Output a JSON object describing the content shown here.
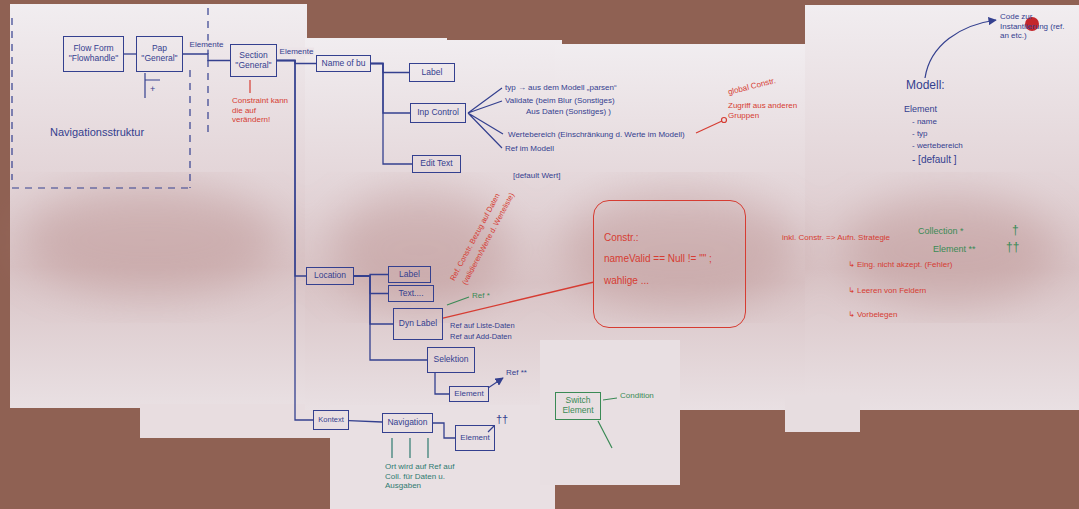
{
  "diagram": {
    "nodes": [
      {
        "text": [
          "Flow Form",
          "\"Flowhandle\""
        ]
      },
      {
        "text": [
          "Pap",
          "\"General\""
        ]
      },
      {
        "text": [
          "Section",
          "\"General\""
        ]
      },
      {
        "text": [
          "Name of bu"
        ]
      },
      {
        "text": [
          "Label"
        ]
      },
      {
        "text": [
          "Inp Control"
        ]
      },
      {
        "text": [
          "Edit Text"
        ]
      },
      {
        "text": [
          "Location"
        ]
      },
      {
        "text": [
          "Label"
        ]
      },
      {
        "text": [
          "Text...."
        ]
      },
      {
        "text": [
          "Dyn Label"
        ]
      },
      {
        "text": [
          "Selektion"
        ]
      },
      {
        "text": [
          "Element"
        ]
      },
      {
        "text": [
          "Kontext"
        ]
      },
      {
        "text": [
          "Navigation"
        ]
      },
      {
        "text": [
          "Element"
        ]
      },
      {
        "text": [
          "Constr.:",
          "nameValid == Null != \"\" ;",
          "wahlige ..."
        ]
      },
      {
        "text": [
          "Switch Element"
        ]
      }
    ],
    "edges": [
      {
        "from": 0,
        "to": 1,
        "arrow": "none"
      },
      {
        "from": 1,
        "to": 2,
        "label": "Elemente",
        "arrow": "none"
      },
      {
        "from": 2,
        "to": 3,
        "label": "Elemente",
        "arrow": "none"
      },
      {
        "from": 3,
        "to": 4,
        "arrow": "none"
      },
      {
        "from": 3,
        "to": 5,
        "arrow": "none"
      },
      {
        "from": 3,
        "to": 6,
        "arrow": "none"
      },
      {
        "from": 2,
        "to": 7,
        "arrow": "none"
      },
      {
        "from": 2,
        "to": 13,
        "arrow": "none"
      },
      {
        "from": 7,
        "to": 8,
        "arrow": "none"
      },
      {
        "from": 7,
        "to": 9,
        "arrow": "none"
      },
      {
        "from": 7,
        "to": 10,
        "arrow": "none"
      },
      {
        "from": 7,
        "to": 11,
        "arrow": "none"
      },
      {
        "from": 11,
        "to": 12,
        "arrow": "none"
      },
      {
        "from": 13,
        "to": 14,
        "arrow": "none"
      },
      {
        "from": 14,
        "to": 15,
        "arrow": "none"
      },
      {
        "from": 10,
        "to": 16,
        "arrow": "none"
      }
    ],
    "labels": [
      "Navigationsstruktur",
      "+",
      "Constraint kann die auf verändern!",
      "typ → aus dem Modell „parsen“",
      "Validate (beim Blur (Sonstiges)",
      "Aus Daten (Sonstiges) )",
      "Wertebereich (Einschränkung d. Werte im Modell)",
      "Ref im Modell",
      "[default Wert]",
      "global Constr.",
      "Zugriff aus anderen Gruppen",
      "Ref. Constr. Bezug auf Daten",
      "(validieren/Werte d. Werteliste)",
      "Ref *",
      "Ref auf Liste-Daten",
      "Ref auf Add-Daten",
      "Ref **",
      "††",
      "Ort wird auf Ref auf Coll. für Daten u. Ausgaben",
      "Condition",
      "Code zur Instantiierung (ref. an etc.)",
      "Modell:",
      "Element",
      "- name",
      "- typ",
      "- wertebereich",
      "- [default ]",
      "Collection *",
      "†",
      "Element **",
      "††",
      "inkl. Constr. => Aufn. Strategie",
      "↳ Eing. nicht akzept. (Fehler)",
      "↳ Leeren von Feldern",
      "↳ Vorbelegen"
    ]
  }
}
